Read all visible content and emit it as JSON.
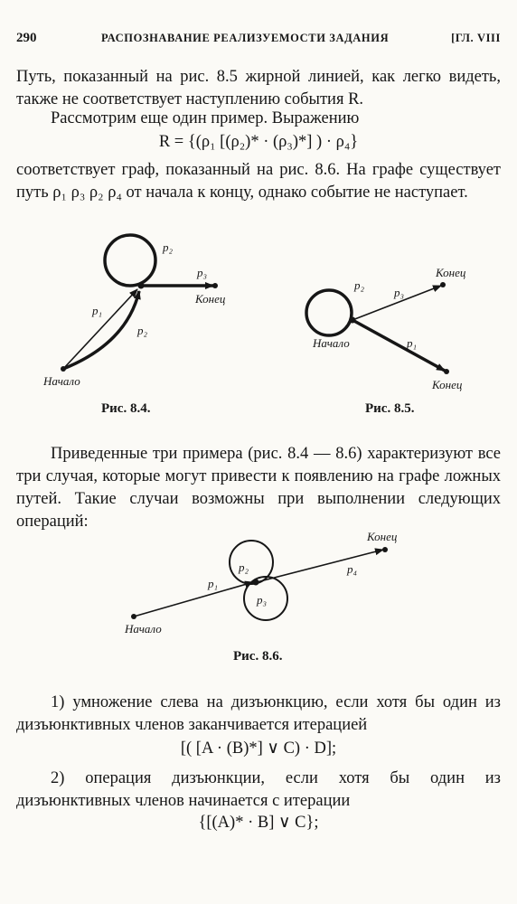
{
  "header": {
    "page_number": "290",
    "running_title": "РАСПОЗНАВАНИЕ РЕАЛИЗУЕМОСТИ ЗАДАНИЯ",
    "chapter": "[ГЛ. VIII"
  },
  "para1": "Путь, показанный на рис. 8.5 жирной линией, как легко видеть, также не соответствует наступлению события R.",
  "para2": "Рассмотрим еще один пример. Выражению",
  "formula1": "R = {(ρ₁ [(ρ₂)* · (ρ₃)*] ) · ρ₄}",
  "para3": "соответствует граф, показанный на рис. 8.6. На графе существует путь ρ₁ ρ₃ ρ₂ ρ₄ от начала к концу, однако событие не наступает.",
  "fig84": {
    "caption": "Рис. 8.4.",
    "labels": {
      "p1": "p₁",
      "p2_loop": "p₂",
      "p2_edge": "p₂",
      "p3": "p₃",
      "start": "Начало",
      "end": "Конец"
    }
  },
  "fig85": {
    "caption": "Рис. 8.5.",
    "labels": {
      "p2": "p₂",
      "p3": "p₃",
      "p1": "p₁",
      "start": "Начало",
      "end_top": "Конец",
      "end_bottom": "Конец"
    }
  },
  "para4": "Приведенные три примера (рис. 8.4 — 8.6) характеризуют все три случая, которые могут привести к появлению на графе ложных путей. Такие случаи возможны при выполнении следующих операций:",
  "fig86": {
    "caption": "Рис. 8.6.",
    "labels": {
      "p1": "p₁",
      "p2": "p₂",
      "p3": "p₃",
      "p4": "p₄",
      "start": "Начало",
      "end": "Конец"
    }
  },
  "item1": "1) умножение слева на дизъюнкцию, если хотя бы один из дизъюнктивных членов заканчивается итерацией",
  "formula2": "[( [A · (B)*] ∨ C) · D];",
  "item2": "2) операция дизъюнкции, если хотя бы один из дизъюнктивных членов начинается с итерации",
  "formula3": "{[(A)* · B] ∨ C};"
}
